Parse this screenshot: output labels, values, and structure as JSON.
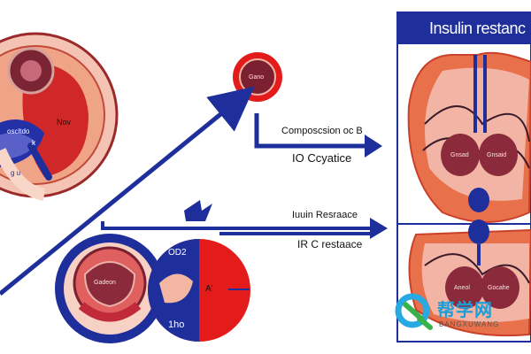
{
  "title": "Insulin restanc",
  "labels": {
    "tl_organ": "Nov",
    "tl_blue": "oscltdo",
    "tl_k": "k",
    "tl_small": "g   u",
    "small_circle": "Gano",
    "comp_line1": "Composcsion oc B",
    "comp_line2": "IO Ccyatice",
    "ins_res1": "Iuuin Resraace",
    "ins_res2": "IR C restaace",
    "bottom_left_center": "Gadeon",
    "bottom_oo": "OD2",
    "bottom_a": "A'",
    "bottom_1ho": "1ho",
    "right_top_l": "Gnsad",
    "right_top_r": "Gnsaid",
    "right_bot_l": "Aneol",
    "right_bot_r": "Gocahe"
  },
  "watermark": {
    "text": "帮学网",
    "sub": "BANGXUWANG"
  },
  "colors": {
    "accent_blue": "#1e2f9c",
    "organ_orange": "#e8704a",
    "organ_dark": "#7b2030",
    "red": "#e31b1b"
  }
}
